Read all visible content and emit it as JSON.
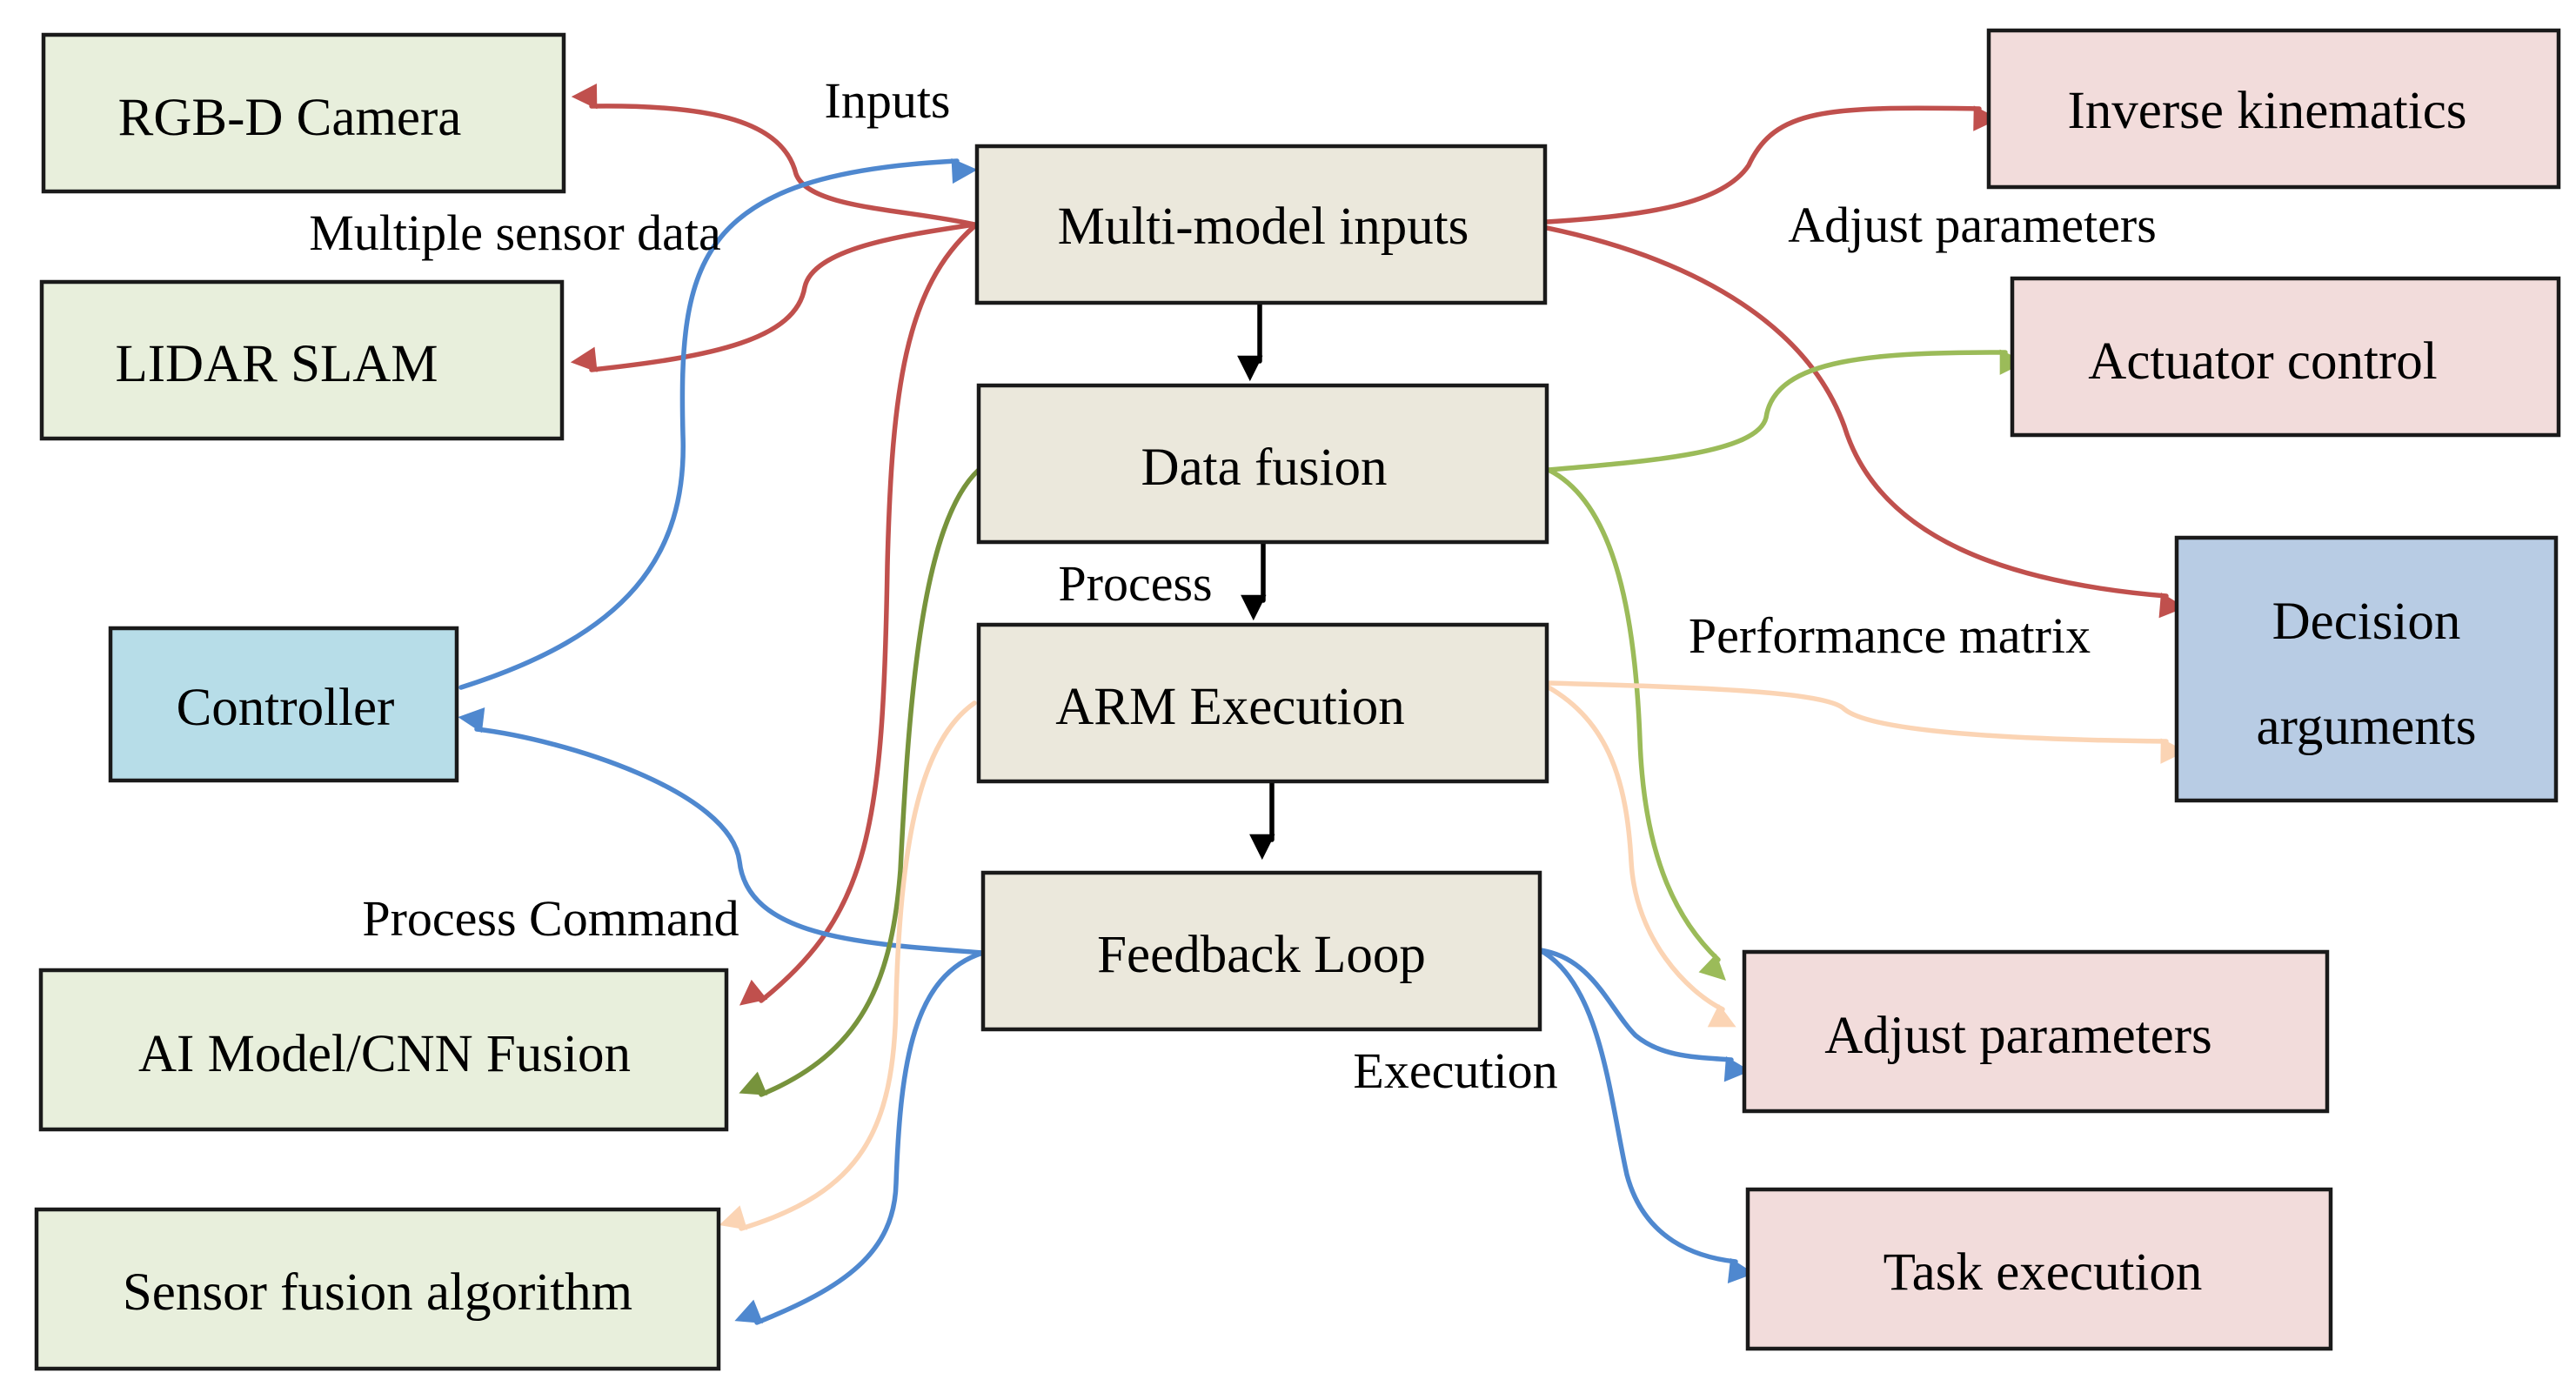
{
  "colors": {
    "sensor_fill": "#e8efdc",
    "process_fill": "#ebe8dc",
    "output_fill": "#f2dcdb",
    "controller_fill": "#b7dde8",
    "decision_fill": "#b8cce4",
    "red": "#c0504d",
    "blue": "#4f88cf",
    "green_light": "#9bbb59",
    "green_dark": "#77933c",
    "peach": "#fbd4b4",
    "black": "#000000"
  },
  "nodes": {
    "rgbd_camera": "RGB-D Camera",
    "lidar_slam": "LIDAR SLAM",
    "controller": "Controller",
    "ai_model": "AI Model/CNN Fusion",
    "sensor_fusion": "Sensor fusion algorithm",
    "multi_model": "Multi-model inputs",
    "data_fusion": "Data fusion",
    "arm_execution": "ARM Execution",
    "feedback_loop": "Feedback Loop",
    "inverse_kinematics": "Inverse kinematics",
    "actuator_control": "Actuator control",
    "decision_line1": "Decision",
    "decision_line2": "arguments",
    "adjust_parameters": "Adjust parameters",
    "task_execution": "Task execution"
  },
  "labels": {
    "inputs": "Inputs",
    "multiple_sensor_data": "Multiple sensor data",
    "adjust_parameters": "Adjust parameters",
    "process": "Process",
    "performance_matrix": "Performance matrix",
    "process_command": "Process Command",
    "execution": "Execution"
  }
}
